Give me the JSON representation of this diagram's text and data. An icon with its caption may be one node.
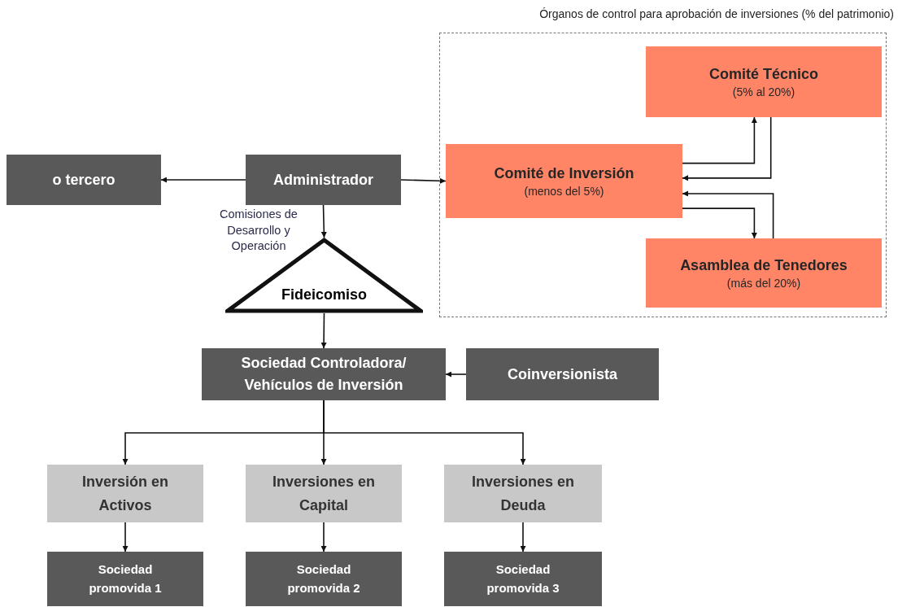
{
  "diagram": {
    "nodes": [
      {
        "text": [
          "Órganos de control para aprobación de inversiones (% del patrimonio)"
        ]
      },
      {
        "text": [
          "Comité Técnico",
          "(5% al 20%)"
        ],
        "in": 0
      },
      {
        "text": [
          "Comité de Inversión",
          "(menos del 5%)"
        ],
        "in": 0
      },
      {
        "text": [
          "Asamblea de Tenedores",
          "(más del 20%)"
        ],
        "in": 0
      },
      {
        "text": [
          "o tercero"
        ]
      },
      {
        "text": [
          "Administrador"
        ]
      },
      {
        "text": [
          "Fideicomiso"
        ]
      },
      {
        "text": [
          "Sociedad Controladora/ Vehículos de Inversión"
        ]
      },
      {
        "text": [
          "Coinversionista"
        ]
      },
      {
        "text": [
          "Inversión en Activos"
        ]
      },
      {
        "text": [
          "Inversiones en Capital"
        ]
      },
      {
        "text": [
          "Inversiones en Deuda"
        ]
      },
      {
        "text": [
          "Sociedad promovida 1"
        ]
      },
      {
        "text": [
          "Sociedad promovida 2"
        ]
      },
      {
        "text": [
          "Sociedad promovida 3"
        ]
      }
    ],
    "edges": [
      {
        "from": 5,
        "to": 4,
        "arrow": "to"
      },
      {
        "from": 5,
        "to": 2,
        "arrow": "to"
      },
      {
        "from": 5,
        "to": 6,
        "arrow": "to",
        "label": "Comisiones de Desarrollo y Operación"
      },
      {
        "from": 6,
        "to": 7,
        "arrow": "to"
      },
      {
        "from": 8,
        "to": 7,
        "arrow": "to"
      },
      {
        "from": 7,
        "to": 9,
        "arrow": "to"
      },
      {
        "from": 7,
        "to": 10,
        "arrow": "to"
      },
      {
        "from": 7,
        "to": 11,
        "arrow": "to"
      },
      {
        "from": 9,
        "to": 12,
        "arrow": "to"
      },
      {
        "from": 10,
        "to": 13,
        "arrow": "to"
      },
      {
        "from": 11,
        "to": 14,
        "arrow": "to"
      },
      {
        "from": 2,
        "to": 1,
        "arrow": "to"
      },
      {
        "from": 1,
        "to": 2,
        "arrow": "to"
      },
      {
        "from": 2,
        "to": 3,
        "arrow": "to"
      },
      {
        "from": 3,
        "to": 2,
        "arrow": "to"
      }
    ]
  }
}
